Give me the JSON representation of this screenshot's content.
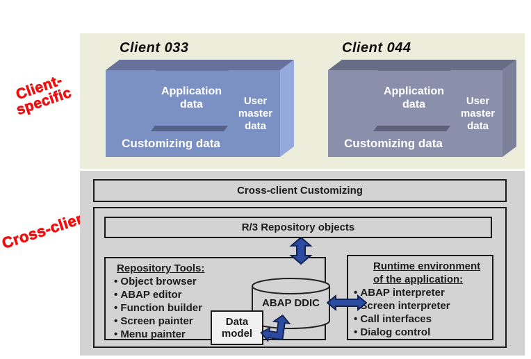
{
  "side_labels": {
    "client_specific": "Client-\nspecific",
    "cross_client": "Cross-client"
  },
  "clients": {
    "c033": {
      "title": "Client 033",
      "customizing": "Customizing data",
      "application": "Application\ndata",
      "user_master": "User\nmaster\ndata"
    },
    "c044": {
      "title": "Client 044",
      "customizing": "Customizing data",
      "application": "Application\ndata",
      "user_master": "User\nmaster\ndata"
    }
  },
  "cross_client_area": {
    "customizing_bar": "Cross-client Customizing",
    "repository_bar": "R/3 Repository objects",
    "repository_tools": {
      "title": "Repository Tools:",
      "items": [
        "Object browser",
        "ABAP editor",
        "Function builder",
        "Screen painter",
        "Menu painter"
      ]
    },
    "runtime_env": {
      "title": "Runtime environment\nof the application:",
      "items": [
        "ABAP interpreter",
        "Screen interpreter",
        "Call interfaces",
        "Dialog control"
      ]
    },
    "ddic_label": "ABAP DDIC",
    "data_model": "Data\nmodel"
  },
  "colors": {
    "label_red": "#ee1010",
    "arrow_blue": "#2b4ba1",
    "client_blue_front": "#7b90c3",
    "client_gray_front": "#8a8fab",
    "panel_beige": "#ecedda",
    "panel_gray": "#d3d3d3",
    "data_model_fill": "#f1f1f1"
  }
}
